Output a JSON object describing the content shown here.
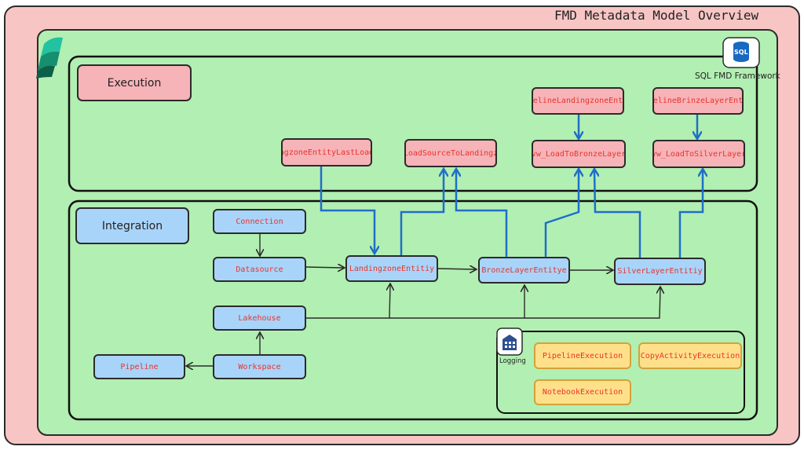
{
  "title": "FMD Metadata Model Overview",
  "framework_label": "SQL FMD Framework",
  "sql_icon_text": "SQL",
  "logging_label": "Logging",
  "sections": {
    "execution": "Execution",
    "integration": "Integration"
  },
  "nodes": {
    "landingzone_last_load": "LandingzoneEntityLastLoadValue",
    "vw_load_source_landing": "vw_LoadSourceToLandingzone",
    "pipeline_landing_entity": "PipelineLandingzoneEntity",
    "vw_load_bronze": "vw_LoadToBronzeLayer",
    "pipeline_bronze_entity": "PipelineBrinzeLayerEntity",
    "vw_load_silver": "vw_LoadToSilverLayer",
    "connection": "Connection",
    "datasource": "Datasource",
    "lakehouse": "Lakehouse",
    "workspace": "Workspace",
    "pipeline": "Pipeline",
    "landingzone_entity": "LandingzoneEntitiy",
    "bronze_entity": "BronzeLayerEntitye",
    "silver_entity": "SilverLayerEntitiy",
    "pipeline_execution": "PipelineExecution",
    "copy_activity_execution": "CopyActivityExecution",
    "notebook_execution": "NotebookExecution"
  },
  "colors": {
    "outer_bg": "#f8c5c5",
    "panel_bg": "#b2efb2",
    "node_blue": "#a9d4f9",
    "node_pink": "#f6b3b8",
    "node_yellow": "#ffe08a",
    "text_red": "#e8342e",
    "arrow_blue": "#1f6fc7",
    "line_dark": "#2b2b2b"
  }
}
